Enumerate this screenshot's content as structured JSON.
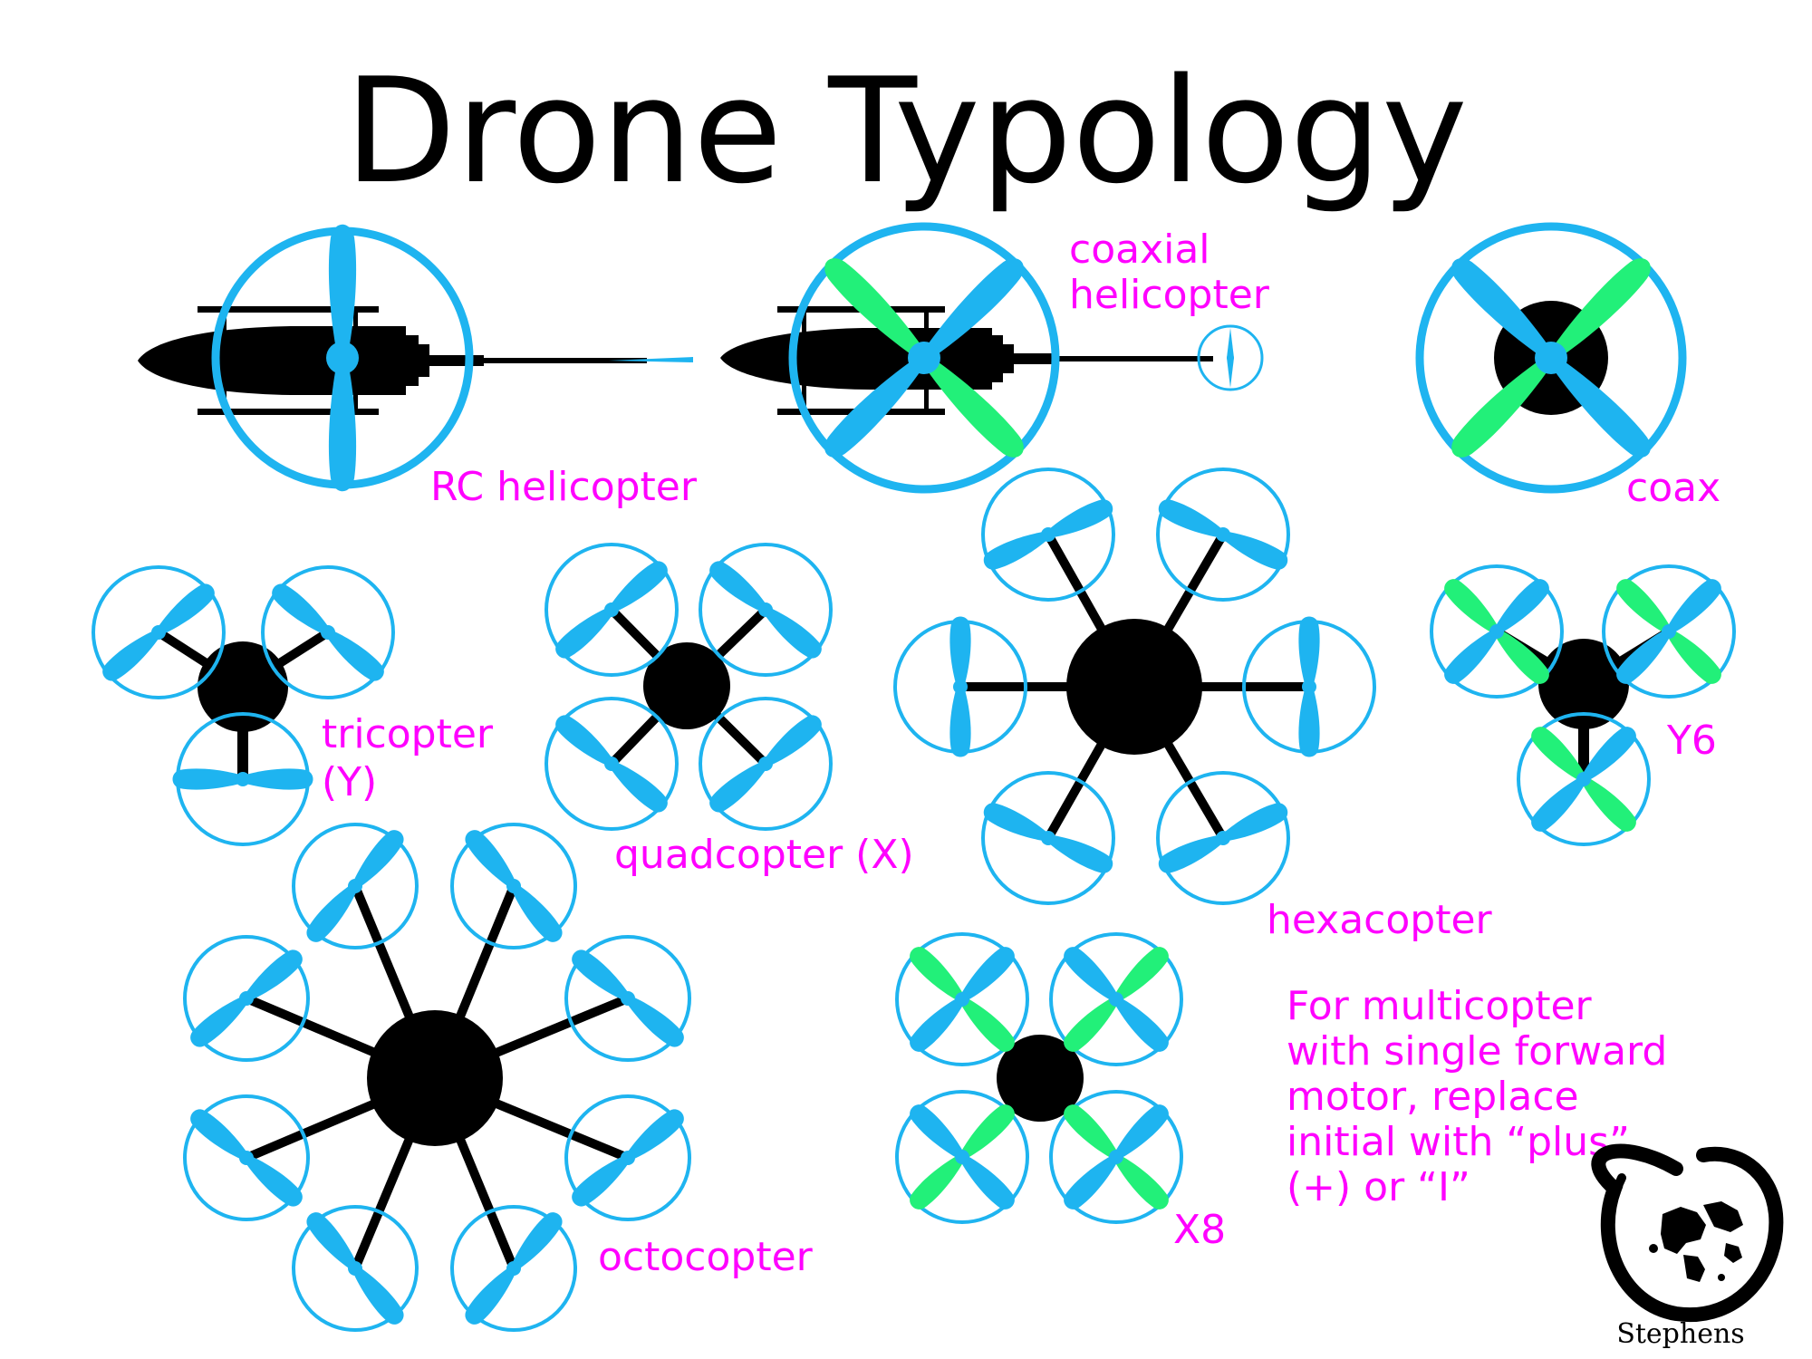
{
  "title": "Drone Typology",
  "colors": {
    "ring": "#1eb4f0",
    "blade_primary": "#1eb4f0",
    "blade_secondary": "#22f079",
    "label": "#ff00ff",
    "body": "#000000"
  },
  "labels": {
    "rc_helicopter": "RC helicopter",
    "coaxial_line1": "coaxial",
    "coaxial_line2": "helicopter",
    "coax": "coax",
    "tricopter_line1": "tricopter",
    "tricopter_line2": "(Y)",
    "quadcopter": "quadcopter (X)",
    "hexacopter": "hexacopter",
    "y6": "Y6",
    "octocopter": "octocopter",
    "x8": "X8"
  },
  "note": {
    "lines": [
      "For multicopter",
      "with single forward",
      "motor, replace",
      "initial with “plus”",
      "(+) or “I”"
    ]
  },
  "signature": "Stephens",
  "icons": {
    "logo": "enso-circle-with-world-map-logo"
  }
}
